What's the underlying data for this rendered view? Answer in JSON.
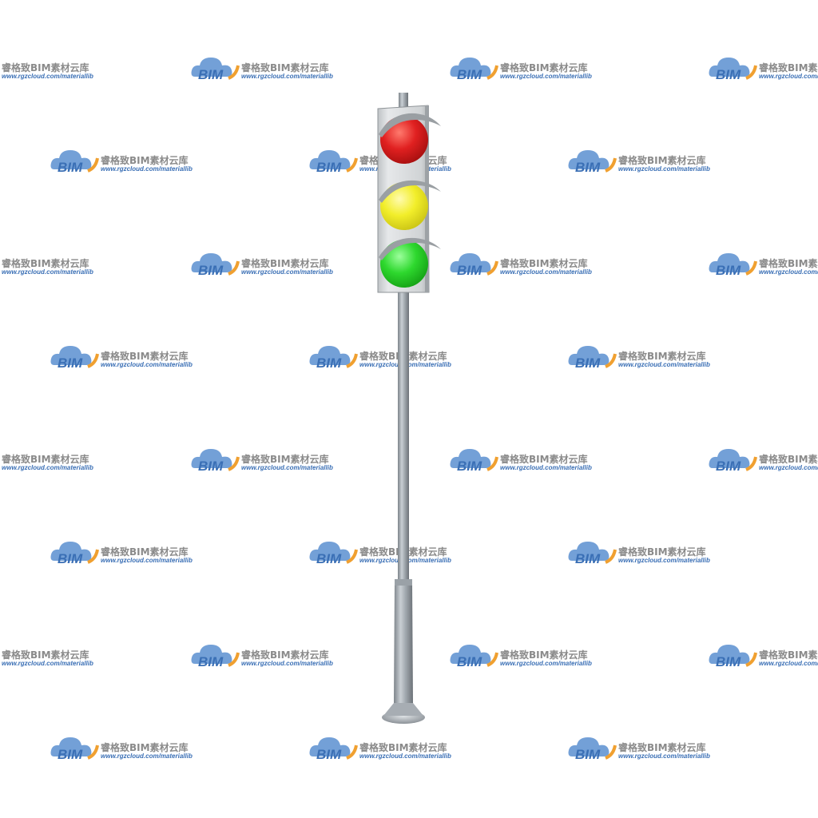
{
  "image": {
    "subject": "traffic-light",
    "background_color": "#ffffff"
  },
  "traffic_light": {
    "lamps": [
      {
        "name": "red",
        "color": "#e02020"
      },
      {
        "name": "yellow",
        "color": "#f2ee2a"
      },
      {
        "name": "green",
        "color": "#2ed82e"
      }
    ],
    "housing_color": "#d9d9d9",
    "pole_color": "#a8aeb3"
  },
  "watermark": {
    "logo_text": "BIM",
    "title": "睿格致BIM素材云库",
    "url": "www.rgzcloud.com/materiallib",
    "cloud_color": "#5b8fd0",
    "swoosh_color": "#f0a030"
  }
}
